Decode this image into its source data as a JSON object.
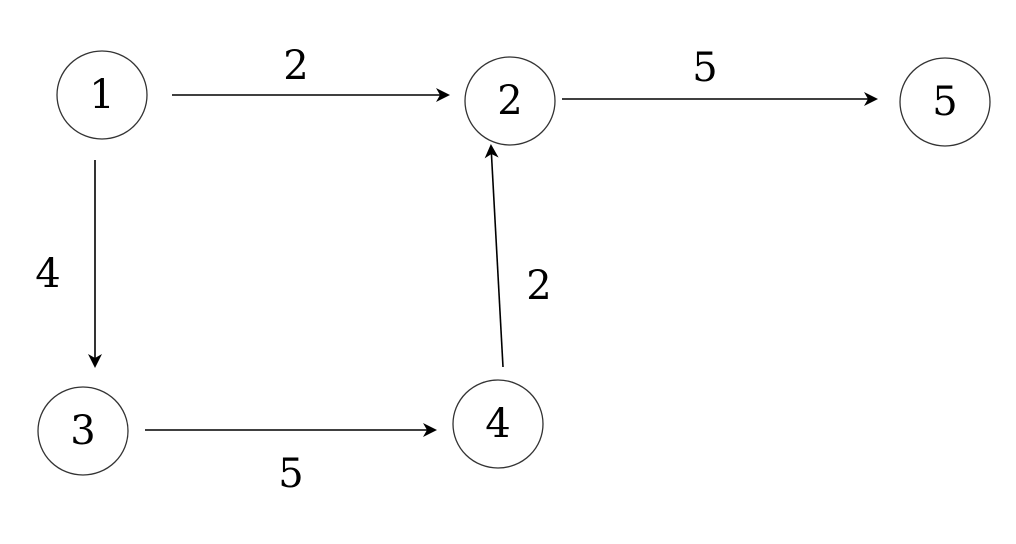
{
  "diagram": {
    "nodes": [
      {
        "id": "1",
        "label": "1"
      },
      {
        "id": "2",
        "label": "2"
      },
      {
        "id": "3",
        "label": "3"
      },
      {
        "id": "4",
        "label": "4"
      },
      {
        "id": "5",
        "label": "5"
      }
    ],
    "edges": [
      {
        "from": "1",
        "to": "2",
        "weight": "2"
      },
      {
        "from": "2",
        "to": "5",
        "weight": "5"
      },
      {
        "from": "1",
        "to": "3",
        "weight": "4"
      },
      {
        "from": "3",
        "to": "4",
        "weight": "5"
      },
      {
        "from": "4",
        "to": "2",
        "weight": "2"
      }
    ]
  }
}
